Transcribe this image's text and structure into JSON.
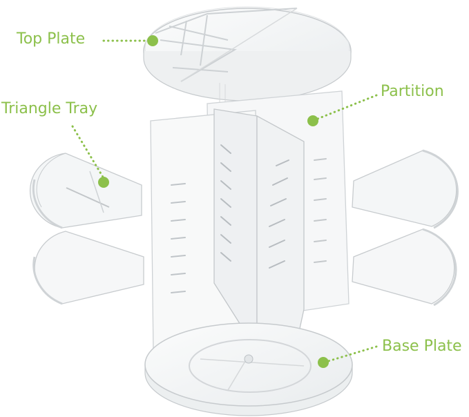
{
  "labels": {
    "top_plate": "Top Plate",
    "triangle_tray": "Triangle Tray",
    "partition": "Partition",
    "base_plate": "Base Plate"
  },
  "colors": {
    "accent": "#8cc04b",
    "acrylic_edge": "#c9cdd1",
    "acrylic_fill": "#f3f5f6"
  }
}
